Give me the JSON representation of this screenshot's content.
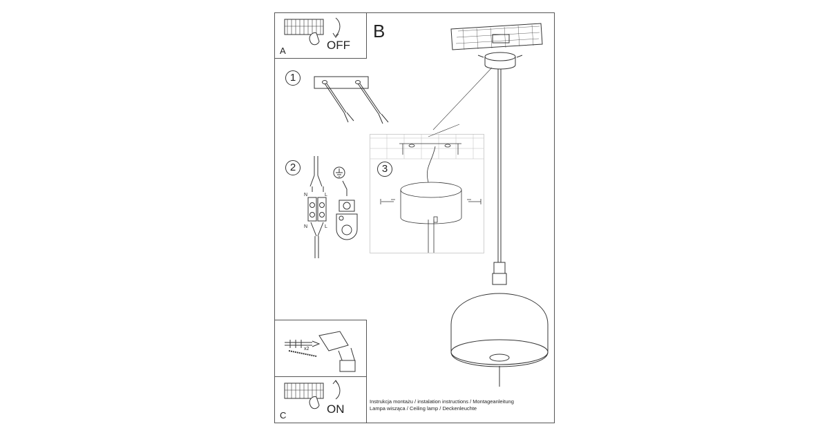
{
  "panels": {
    "a": {
      "letter": "A",
      "action": "OFF"
    },
    "b": {
      "letter": "B"
    },
    "c": {
      "letter": "C",
      "action": "ON"
    }
  },
  "steps": [
    "1",
    "2",
    "3"
  ],
  "wiring": {
    "neutral": "N",
    "live": "L"
  },
  "anchors": {
    "quantity": "x2"
  },
  "caption": {
    "line1": "Instrukcja montażu / instalation instructions / Montageanleitung",
    "line2": "Lampa wisząca / Ceiling lamp  / Deckenleuchte"
  },
  "colors": {
    "line": "#333333",
    "frame": "#555555",
    "background": "#ffffff"
  }
}
